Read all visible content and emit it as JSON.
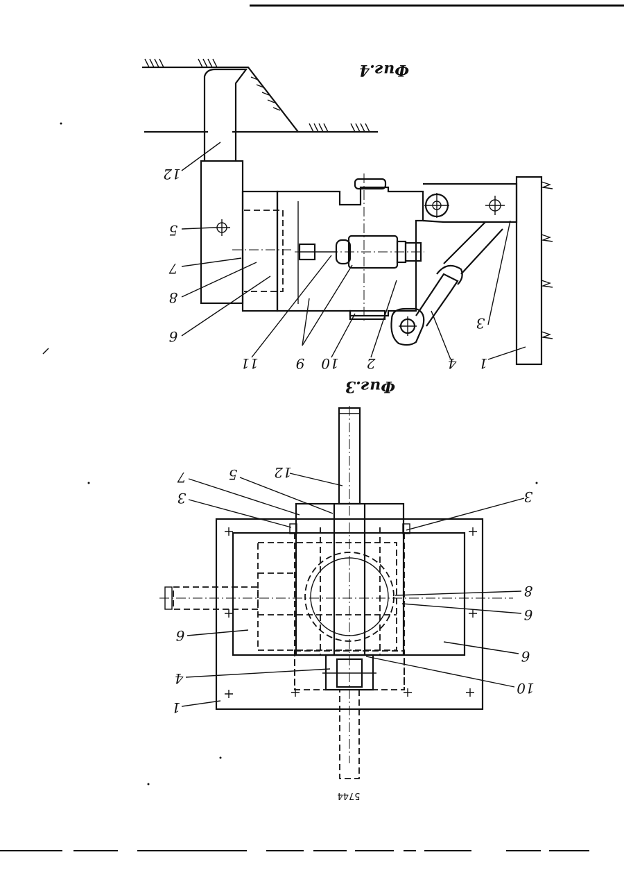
{
  "fig4": {
    "caption": "Фиг.4",
    "labels": {
      "l12": "12",
      "l5": "5",
      "l7": "7",
      "l8": "8",
      "l6": "6",
      "l11": "11",
      "l9": "9",
      "l10": "10",
      "l2": "2",
      "l4": "4",
      "l3": "3",
      "l1": "1"
    }
  },
  "fig3": {
    "caption": "Фиг.3",
    "labels": {
      "l12": "12",
      "l5": "5",
      "l7": "7",
      "l3a": "3",
      "l3b": "3",
      "l8": "8",
      "l6a": "6",
      "l6b": "6",
      "l6c": "6",
      "l4": "4",
      "l10": "10",
      "l1": "1"
    },
    "doc_number": "5744"
  },
  "colors": {
    "ink": "#111111",
    "paper": "#ffffff"
  }
}
